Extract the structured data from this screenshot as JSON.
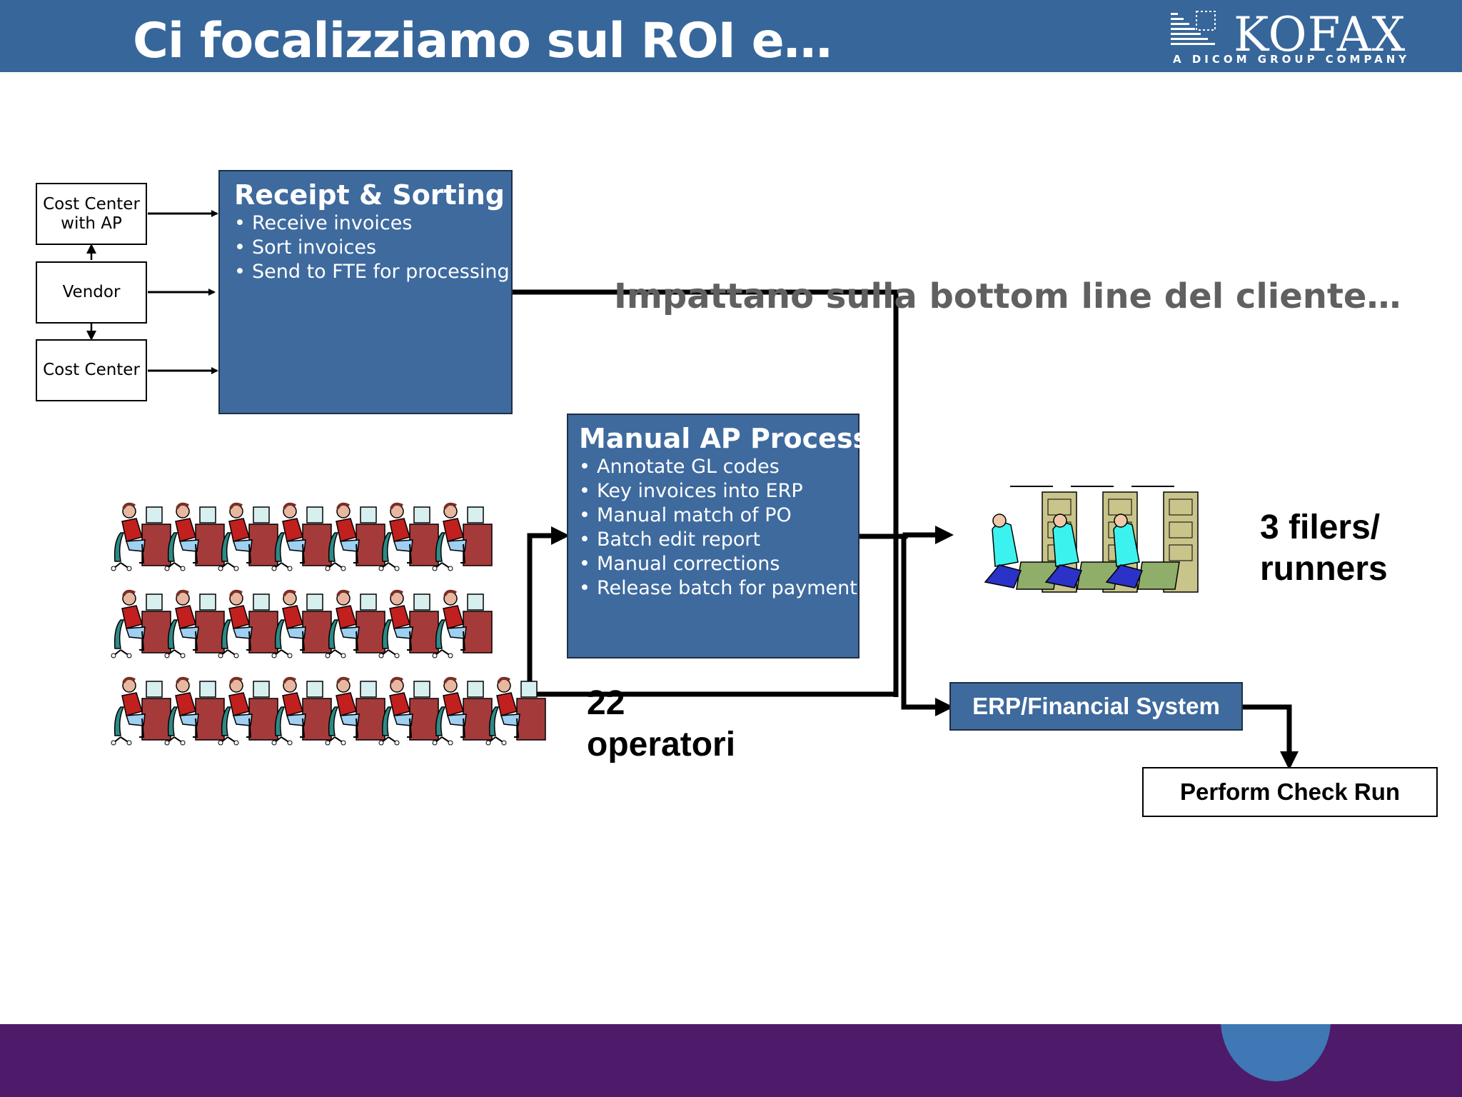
{
  "slide": {
    "title": "Ci focalizziamo sul ROI e…",
    "logo": {
      "word": "KOFAX",
      "tagline": "A DICOM GROUP COMPANY"
    }
  },
  "colors": {
    "header": "#37669a",
    "process_box": "#3e6a9e",
    "footer": "#4e1b6a",
    "footer_accent": "#3f78b5",
    "overlay_text": "#606060"
  },
  "sources": [
    {
      "label": "Cost Center with AP"
    },
    {
      "label": "Vendor"
    },
    {
      "label": "Cost Center"
    }
  ],
  "receipt": {
    "title": "Receipt & Sorting",
    "items": [
      "Receive invoices",
      "Sort invoices",
      "Send to FTE for processing"
    ]
  },
  "manual": {
    "title": "Manual AP Process",
    "items": [
      "Annotate GL codes",
      "Key invoices into ERP",
      "Manual match of PO",
      "Batch edit report",
      "Manual corrections",
      "Release batch for payment"
    ]
  },
  "impact_text": "Impattano sulla bottom line del cliente…",
  "operators": {
    "count": "22",
    "label": "operatori"
  },
  "filers": {
    "line1": "3 filers/",
    "line2": "runners"
  },
  "erp_label": "ERP/Financial System",
  "check_label": "Perform Check Run",
  "icons": [
    "operator-at-desk-icon",
    "filer-at-cabinet-icon"
  ]
}
